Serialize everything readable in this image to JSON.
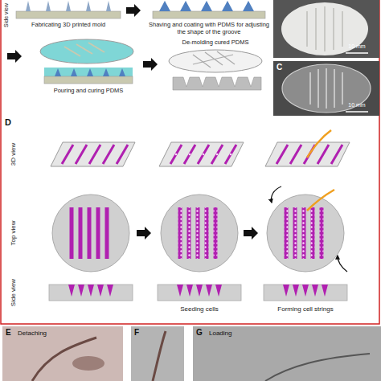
{
  "diagram": {
    "labels": [
      "Side view",
      "Fabricating 3D printed mold",
      "Shaving and coating with PDMS for adjusting the shape of the groove",
      "10 mm",
      "C",
      "10 mm",
      "Pouring and curing PDMS",
      "De-molding cured PDMS",
      "D",
      "3D view",
      "Top view",
      "Side view",
      "Seeding cells",
      "Forming cell strings",
      "E",
      "Detaching",
      "F",
      "G",
      "Loading"
    ]
  }
}
